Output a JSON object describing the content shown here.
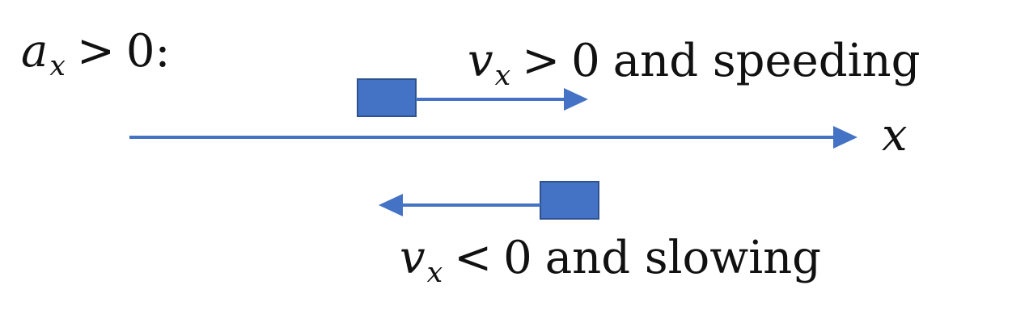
{
  "colors": {
    "box": "#4472C4",
    "arrow": "#4472C4",
    "text": "#111111"
  },
  "acceleration_label": {
    "symbol": "a",
    "subscript": "x",
    "operator": ">",
    "value": "0:"
  },
  "axis": {
    "label": "x"
  },
  "top_case": {
    "symbol": "v",
    "subscript": "x",
    "operator": ">",
    "value": "0",
    "text": "and speeding"
  },
  "bottom_case": {
    "symbol": "v",
    "subscript": "x",
    "operator": "<",
    "value": "0",
    "text": "and slowing"
  }
}
